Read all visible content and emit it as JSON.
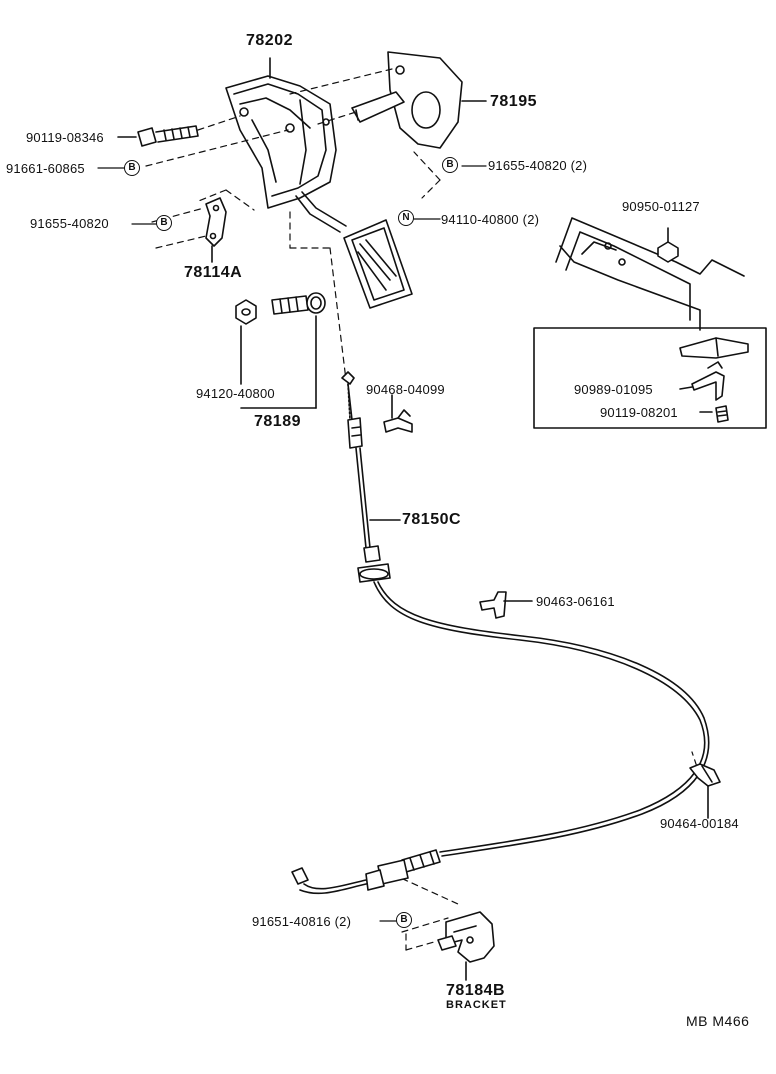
{
  "diagram": {
    "part_numbers": {
      "pedal_bracket": "78202",
      "pedal_stopper": "78195",
      "bolt_1": "90119-08346",
      "bolt_2": "91661-60865",
      "bolt_3": "91655-40820",
      "bolt_4": "91655-40820 (2)",
      "nut_n": "94110-40800 (2)",
      "bracket_a": "78114A",
      "nut": "94120-40800",
      "stopper_set": "78189",
      "clip_1": "90468-04099",
      "cable": "78150C",
      "clip_2": "90463-06161",
      "grommet": "90950-01127",
      "clamp": "90989-01095",
      "bolt_5": "90119-08201",
      "clip_3": "90464-00184",
      "bolt_6": "91651-40816 (2)",
      "bracket_b": "78184B",
      "bracket_b_name": "BRACKET"
    },
    "symbols": {
      "b": "B",
      "n": "N"
    },
    "footer_code": "MB  M466"
  }
}
